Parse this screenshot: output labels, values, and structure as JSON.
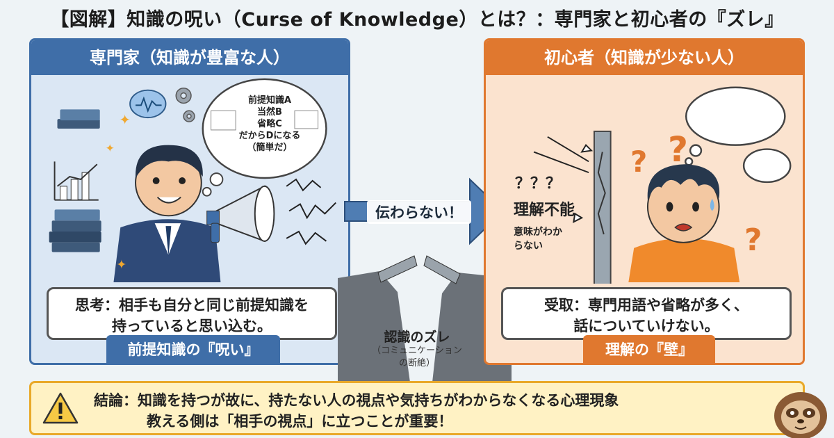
{
  "title": "【図解】知識の呪い（Curse of Knowledge）とは？：専門家と初心者の『ズレ』",
  "expert": {
    "header": "専門家（知識が豊富な人）",
    "thought_lines": [
      "前提知識A",
      "当然B",
      "省略C",
      "だからDになる",
      "（簡単だ）"
    ],
    "thinking_line1": "思考：相手も自分と同じ前提知識を",
    "thinking_line2": "持っていると思い込む。",
    "tag": "前提知識の『呪い』"
  },
  "beginner": {
    "header": "初心者（知識が少ない人）",
    "confusion_marks": "？？？",
    "status": "理解不能",
    "meaning_line1": "意味がわか",
    "meaning_line2": "らない",
    "receive_line1": "受取：専門用語や省略が多く、",
    "receive_line2": "話についていけない。",
    "tag": "理解の『壁』"
  },
  "center": {
    "arrow_label": "伝わらない！",
    "gap_title": "認識のズレ",
    "gap_sub_line1": "（コミュニケーション",
    "gap_sub_line2": "の断絶）"
  },
  "conclusion": {
    "line1": "結論：知識を持つが故に、持たない人の視点や気持ちがわからなくなる心理現象",
    "line2": "教える側は「相手の視点」に立つことが重要！"
  },
  "colors": {
    "expert": "#3f6ea8",
    "beginner": "#e0782f",
    "conclusion_border": "#e9a92a",
    "conclusion_bg": "#fff2c4"
  },
  "icons": [
    "brain-icon",
    "gear-icon",
    "book-stack-icon",
    "bar-chart-icon",
    "megaphone-icon",
    "warning-icon",
    "question-icon",
    "sloth-mascot-icon"
  ]
}
